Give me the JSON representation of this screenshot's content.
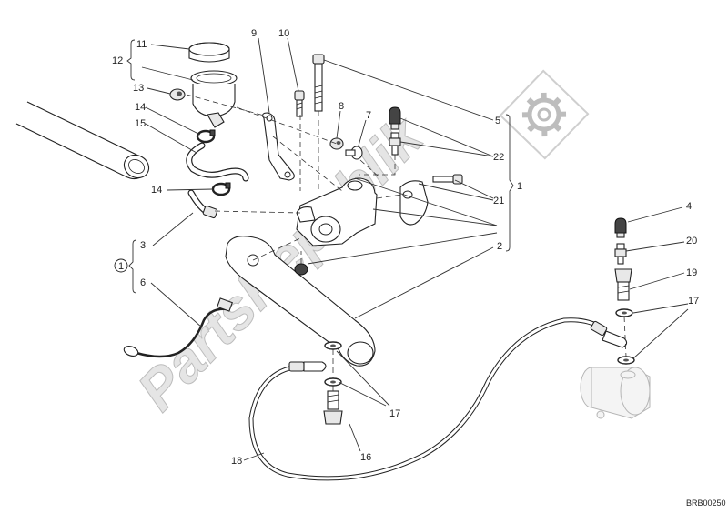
{
  "diagram": {
    "callouts": {
      "c1": "1",
      "c1_circled": "1",
      "c2": "2",
      "c3": "3",
      "c4": "4",
      "c5": "5",
      "c6": "6",
      "c7": "7",
      "c8": "8",
      "c9": "9",
      "c10": "10",
      "c11": "11",
      "c12": "12",
      "c13": "13",
      "c14a": "14",
      "c14b": "14",
      "c15": "15",
      "c16": "16",
      "c17a": "17",
      "c17b": "17",
      "c18": "18",
      "c19": "19",
      "c20": "20",
      "c21": "21",
      "c22": "22"
    },
    "drawing_code": "BRB00250",
    "watermark": "PartsRepublik"
  }
}
